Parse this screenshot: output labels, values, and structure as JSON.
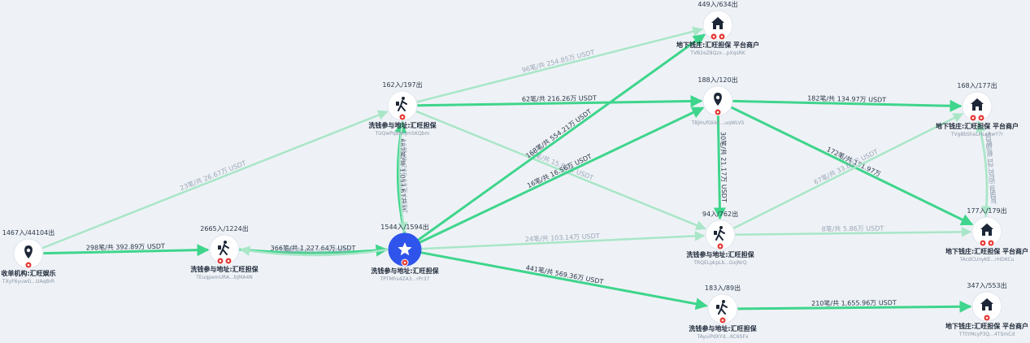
{
  "colors": {
    "edge_strong": "#3fd58c",
    "edge_faint": "#a9e6c8",
    "node_center": "#2f54eb",
    "badge": "#e53935",
    "text_dark": "#1c2636",
    "text_light": "#8a96a8"
  },
  "nodes": [
    {
      "id": "n1",
      "icon": "location-pin-icon",
      "stats": "1467入/44104出",
      "label": "收单机构:汇旺娱乐",
      "addr": "TXyF6yuwG...UAqBrR",
      "badges": 1
    },
    {
      "id": "n2",
      "icon": "walker-icon",
      "stats": "2665入/1224出",
      "label": "洗钱参与地址:汇旺担保",
      "addr": "TEuqpemURA...bjMA4N",
      "badges": 2
    },
    {
      "id": "n3",
      "icon": "star-icon",
      "stats": "1544入/1594出",
      "label": "洗钱参与地址:汇旺担保",
      "addr": "TPTMhs4ZA3...rPr37",
      "badges": 1,
      "center": true
    },
    {
      "id": "n4",
      "icon": "walker-icon",
      "stats": "162入/197出",
      "label": "洗钱参与地址:汇旺担保",
      "addr": "TUQwPqBNcJmSKQbm",
      "badges": 1
    },
    {
      "id": "n5",
      "icon": "merchant-icon",
      "stats": "449入/634出",
      "label": "地下钱庄:汇旺担保 平台商户",
      "addr": "TVB2eZ8Qzx...pXqsRK",
      "badges": 2
    },
    {
      "id": "n6",
      "icon": "location-pin-icon",
      "stats": "188入/120出",
      "label": "",
      "addr": "TBJHufGkkk...uqWLVS",
      "badges": 1
    },
    {
      "id": "n7",
      "icon": "walker-icon",
      "stats": "94入/762出",
      "label": "洗钱参与地址:汇旺担保",
      "addr": "TRQELpkpLb...GxjNrQ",
      "badges": 1
    },
    {
      "id": "n8",
      "icon": "walker-icon",
      "stats": "183入/89出",
      "label": "洗钱参与地址:汇旺担保",
      "addr": "TAyuiPdXYd...KC6SFx",
      "badges": 1
    },
    {
      "id": "n9",
      "icon": "merchant-icon",
      "stats": "168入/177出",
      "label": "地下钱庄:汇旺担保 平台商户",
      "addr": "TVg8bShaLHLeRwY7r",
      "badges": 2
    },
    {
      "id": "n10",
      "icon": "merchant-icon",
      "stats": "177入/179出",
      "label": "地下钱庄:汇旺担保 平台商户",
      "addr": "TAcdCUnyKE...rHD6Cu",
      "badges": 2
    },
    {
      "id": "n11",
      "icon": "merchant-icon",
      "stats": "347入/553出",
      "label": "地下钱庄:汇旺担保 平台商户",
      "addr": "TTtYMcyP3Q...4TSmCd",
      "badges": 1
    }
  ],
  "edges": [
    {
      "from": "n1",
      "to": "n2",
      "label": "298笔/共 392.89万 USDT",
      "strong": true
    },
    {
      "from": "n1",
      "to": "n4",
      "label": "23笔/共 26.67万 USDT",
      "strong": false
    },
    {
      "from": "n2",
      "to": "n3",
      "label": "366笔/共 1,227.64万 USDT",
      "strong": true
    },
    {
      "from": "n3",
      "to": "n2",
      "label": "10笔/共 18.52万 USDT",
      "strong": false
    },
    {
      "from": "n3",
      "to": "n4",
      "label": "662笔/共 1,053.61万 U...",
      "strong": true
    },
    {
      "from": "n4",
      "to": "n3",
      "label": "16笔/共 286.53万 USDT",
      "strong": false
    },
    {
      "from": "n4",
      "to": "n5",
      "label": "96笔/共 254.85万 USDT",
      "strong": false
    },
    {
      "from": "n4",
      "to": "n6",
      "label": "62笔/共 216.26万 USDT",
      "strong": true
    },
    {
      "from": "n4",
      "to": "n7",
      "label": "5笔/共 15.80万 USDT",
      "strong": false
    },
    {
      "from": "n3",
      "to": "n5",
      "label": "168笔/共 554.21万 USDT",
      "strong": true
    },
    {
      "from": "n3",
      "to": "n6",
      "label": "16笔/共 16.56万 USDT",
      "strong": true
    },
    {
      "from": "n3",
      "to": "n7",
      "label": "24笔/共 103.14万 USDT",
      "strong": false
    },
    {
      "from": "n3",
      "to": "n8",
      "label": "441笔/共 569.36万 USDT",
      "strong": true
    },
    {
      "from": "n6",
      "to": "n9",
      "label": "182笔/共 134.97万 USDT",
      "strong": true
    },
    {
      "from": "n6",
      "to": "n7",
      "label": "30笔/共 21.17万 USDT",
      "strong": true
    },
    {
      "from": "n6",
      "to": "n10",
      "label": "172笔/共 131.97万",
      "strong": true
    },
    {
      "from": "n7",
      "to": "n9",
      "label": "67笔/共 33.80万 USDT",
      "strong": false
    },
    {
      "from": "n7",
      "to": "n10",
      "label": "8笔/共 5.86万 USDT",
      "strong": false
    },
    {
      "from": "n9",
      "to": "n10",
      "label": "50笔/共 12.77万 USDT",
      "strong": false
    },
    {
      "from": "n10",
      "to": "n9",
      "label": "53笔/共 12.37万 USDT",
      "strong": false
    },
    {
      "from": "n8",
      "to": "n11",
      "label": "210笔/共 1,655.96万 USDT",
      "strong": true
    }
  ]
}
